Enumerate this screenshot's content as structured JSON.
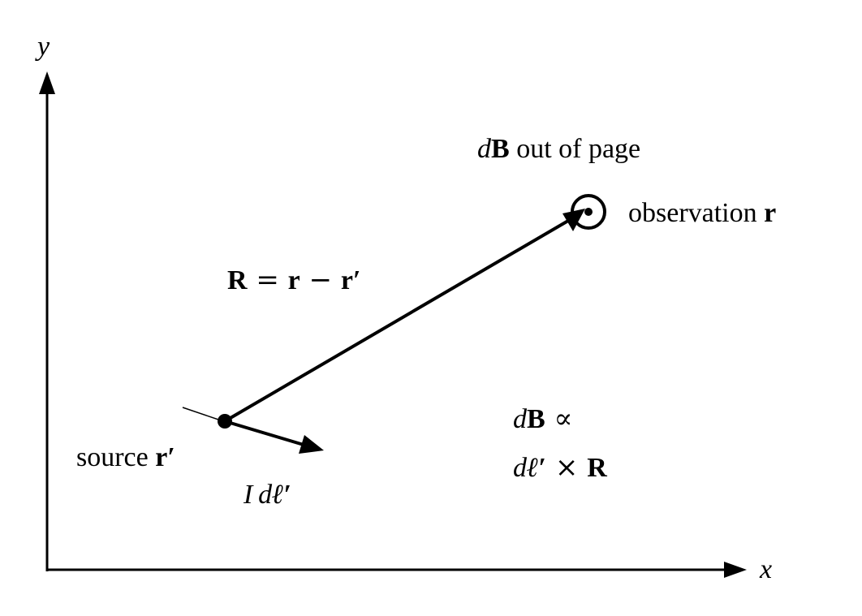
{
  "axes": {
    "x_label": "x",
    "y_label": "y"
  },
  "labels": {
    "db_dir": {
      "d": "d",
      "B": "B",
      "rest": " out of page"
    },
    "observation": {
      "word": "observation ",
      "r": "r"
    },
    "R_eq": {
      "R": "R",
      "eq": " = ",
      "r1": "r",
      "minus": " − ",
      "r2": "r",
      "prime": "′"
    },
    "source": {
      "word": "source ",
      "r": "r",
      "prime": "′"
    },
    "current_element": {
      "I": "I",
      "d": "d",
      "ell": "ℓ",
      "prime": "′"
    },
    "db_prop": {
      "d": "d",
      "B": "B",
      "prop": " ∝"
    },
    "cross": {
      "d": "d",
      "ell": "ℓ",
      "prime": "′",
      "times": " × ",
      "R": "R"
    }
  }
}
